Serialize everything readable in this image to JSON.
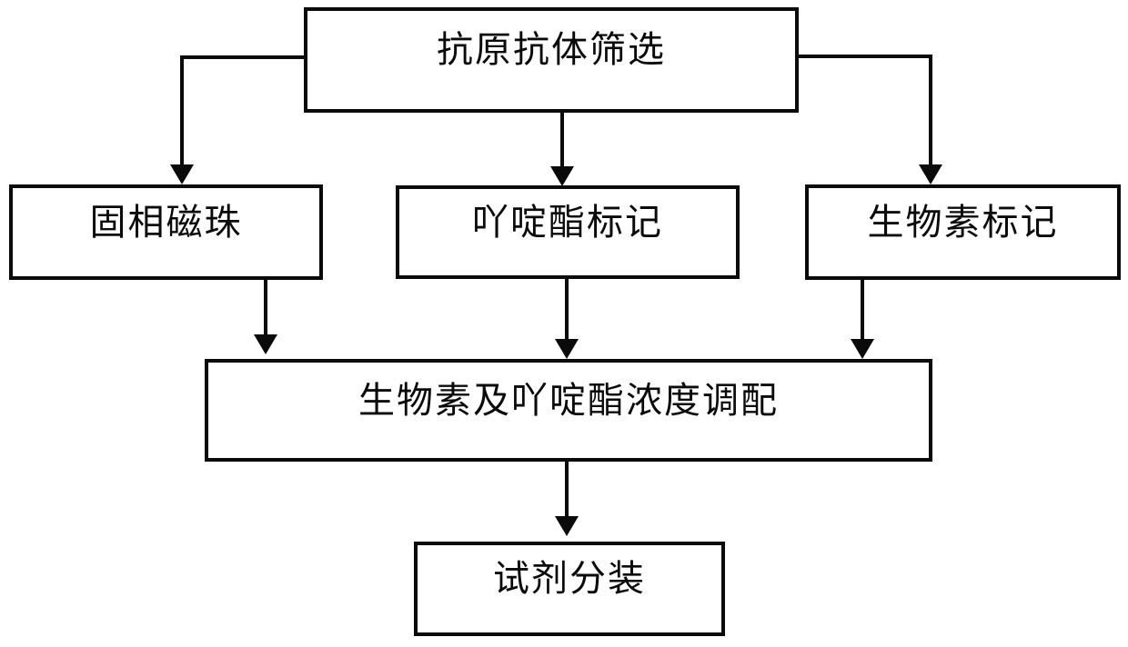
{
  "diagram": {
    "type": "flowchart",
    "background": "#ffffff",
    "line_color": "#0a0a0a",
    "nodes": {
      "screening": {
        "label": "抗原抗体筛选"
      },
      "solid_phase_beads": {
        "label": "固相磁珠"
      },
      "acridinium_ester_labeling": {
        "label": "吖啶酯标记"
      },
      "biotin_labeling": {
        "label": "生物素标记"
      },
      "concentration_mixing": {
        "label": "生物素及吖啶酯浓度调配"
      },
      "reagent_dispensing": {
        "label": "试剂分装"
      }
    },
    "edges": [
      {
        "from": "screening",
        "to": "solid_phase_beads"
      },
      {
        "from": "screening",
        "to": "acridinium_ester_labeling"
      },
      {
        "from": "screening",
        "to": "biotin_labeling"
      },
      {
        "from": "solid_phase_beads",
        "to": "concentration_mixing"
      },
      {
        "from": "acridinium_ester_labeling",
        "to": "concentration_mixing"
      },
      {
        "from": "biotin_labeling",
        "to": "concentration_mixing"
      },
      {
        "from": "concentration_mixing",
        "to": "reagent_dispensing"
      }
    ]
  }
}
